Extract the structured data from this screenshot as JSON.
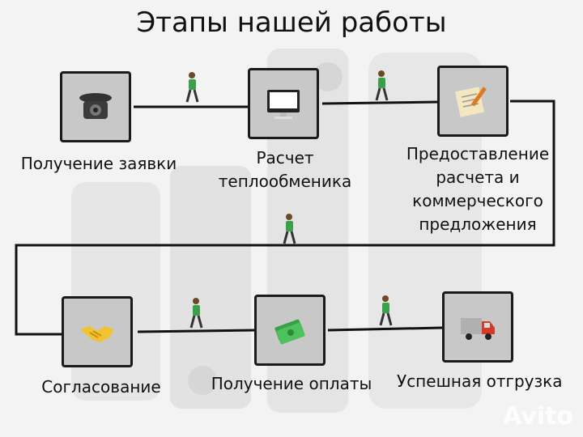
{
  "title": "Этапы нашей работы",
  "steps": [
    {
      "label_lines": [
        "Получение заявки"
      ],
      "icon": "telephone-icon"
    },
    {
      "label_lines": [
        "Расчет",
        "теплообменика"
      ],
      "icon": "computer-monitor-icon"
    },
    {
      "label_lines": [
        "Предоставление",
        "расчета и",
        "коммерческого",
        "предложения"
      ],
      "icon": "document-pen-icon"
    },
    {
      "label_lines": [
        "Согласование"
      ],
      "icon": "handshake-icon"
    },
    {
      "label_lines": [
        "Получение оплаты"
      ],
      "icon": "money-icon"
    },
    {
      "label_lines": [
        "Успешная отгрузка"
      ],
      "icon": "truck-icon"
    }
  ],
  "watermark": "Avito"
}
